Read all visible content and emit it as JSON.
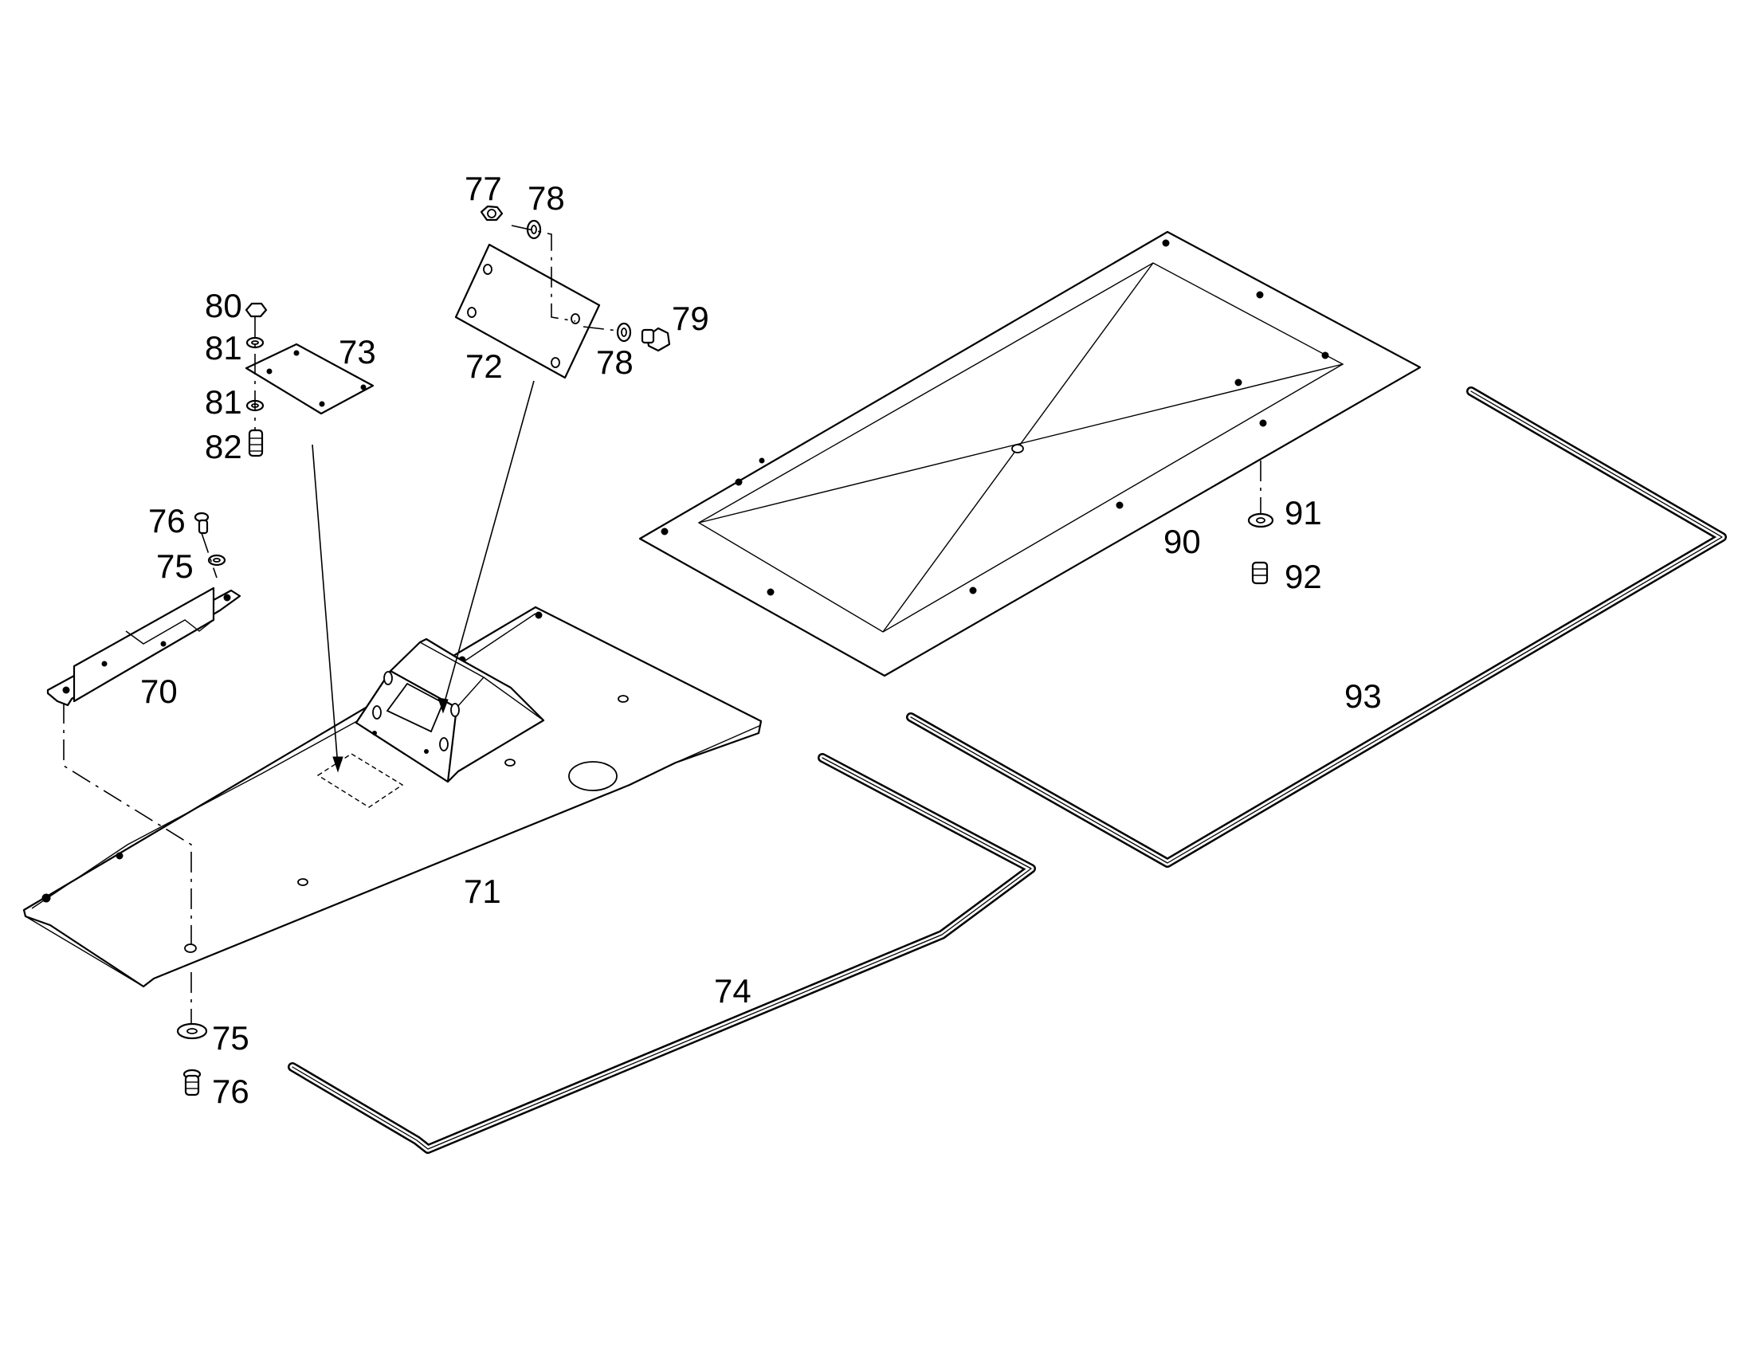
{
  "labels": {
    "p70": "70",
    "p71": "71",
    "p72": "72",
    "p73": "73",
    "p74": "74",
    "p75a": "75",
    "p75b": "75",
    "p76a": "76",
    "p76b": "76",
    "p77": "77",
    "p78a": "78",
    "p78b": "78",
    "p79": "79",
    "p80": "80",
    "p81a": "81",
    "p81b": "81",
    "p82": "82",
    "p90": "90",
    "p91": "91",
    "p92": "92",
    "p93": "93"
  }
}
